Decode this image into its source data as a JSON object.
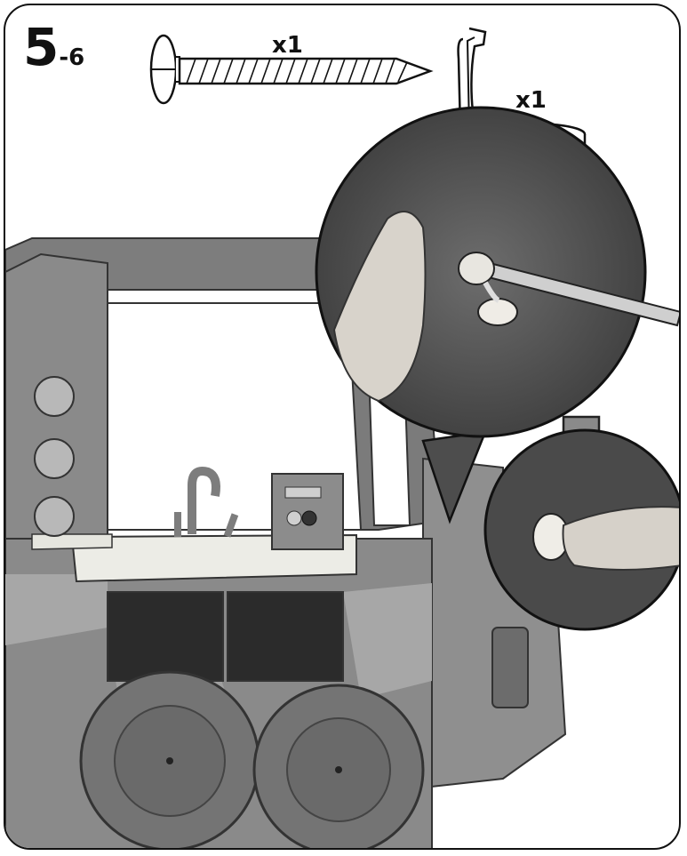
{
  "step": {
    "number": "5",
    "suffix": "-6"
  },
  "parts": [
    {
      "icon": "screw-icon",
      "quantity": "x1"
    },
    {
      "icon": "screw-cap-icon",
      "quantity": "x1"
    }
  ],
  "colors": {
    "frame": "#111111",
    "playhouse_dark": "#6f6f6f",
    "playhouse_mid": "#8c8c8c",
    "playhouse_light": "#a9a9a9",
    "counter": "#e9e9e3",
    "window": "#2b2b2b"
  },
  "icons": [
    "screw-icon",
    "screw-cap-icon",
    "down-arrow-icon",
    "screwdriver-icon"
  ]
}
